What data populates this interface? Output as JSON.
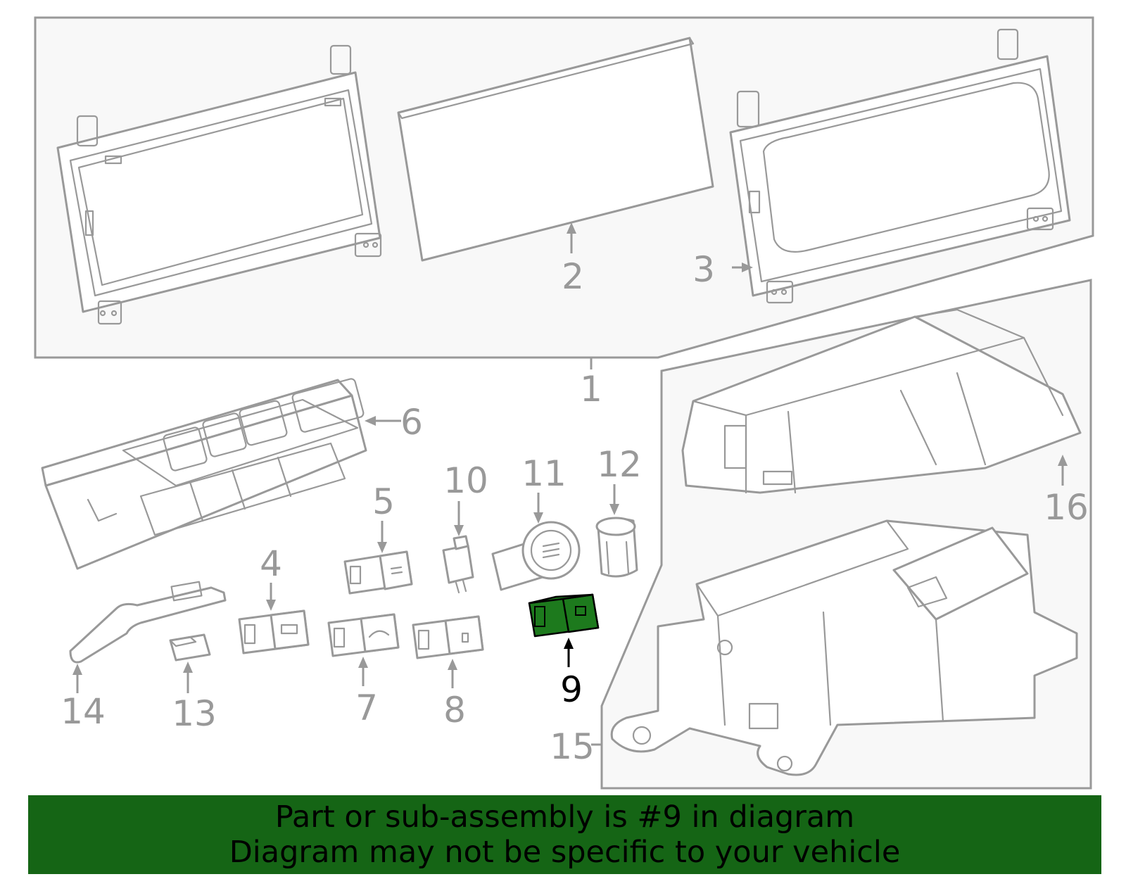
{
  "callouts": {
    "c1": "1",
    "c2": "2",
    "c3": "3",
    "c4": "4",
    "c5": "5",
    "c6": "6",
    "c7": "7",
    "c8": "8",
    "c9": "9",
    "c10": "10",
    "c11": "11",
    "c12": "12",
    "c13": "13",
    "c14": "14",
    "c15": "15",
    "c16": "16"
  },
  "highlighted_part": "9",
  "banner": {
    "line1": "Part or sub-assembly is #9 in diagram",
    "line2": "Diagram may not be specific to your vehicle"
  },
  "colors": {
    "banner_background": "#156515",
    "highlight_fill": "#1d7a1d",
    "line_gray": "#999999"
  }
}
